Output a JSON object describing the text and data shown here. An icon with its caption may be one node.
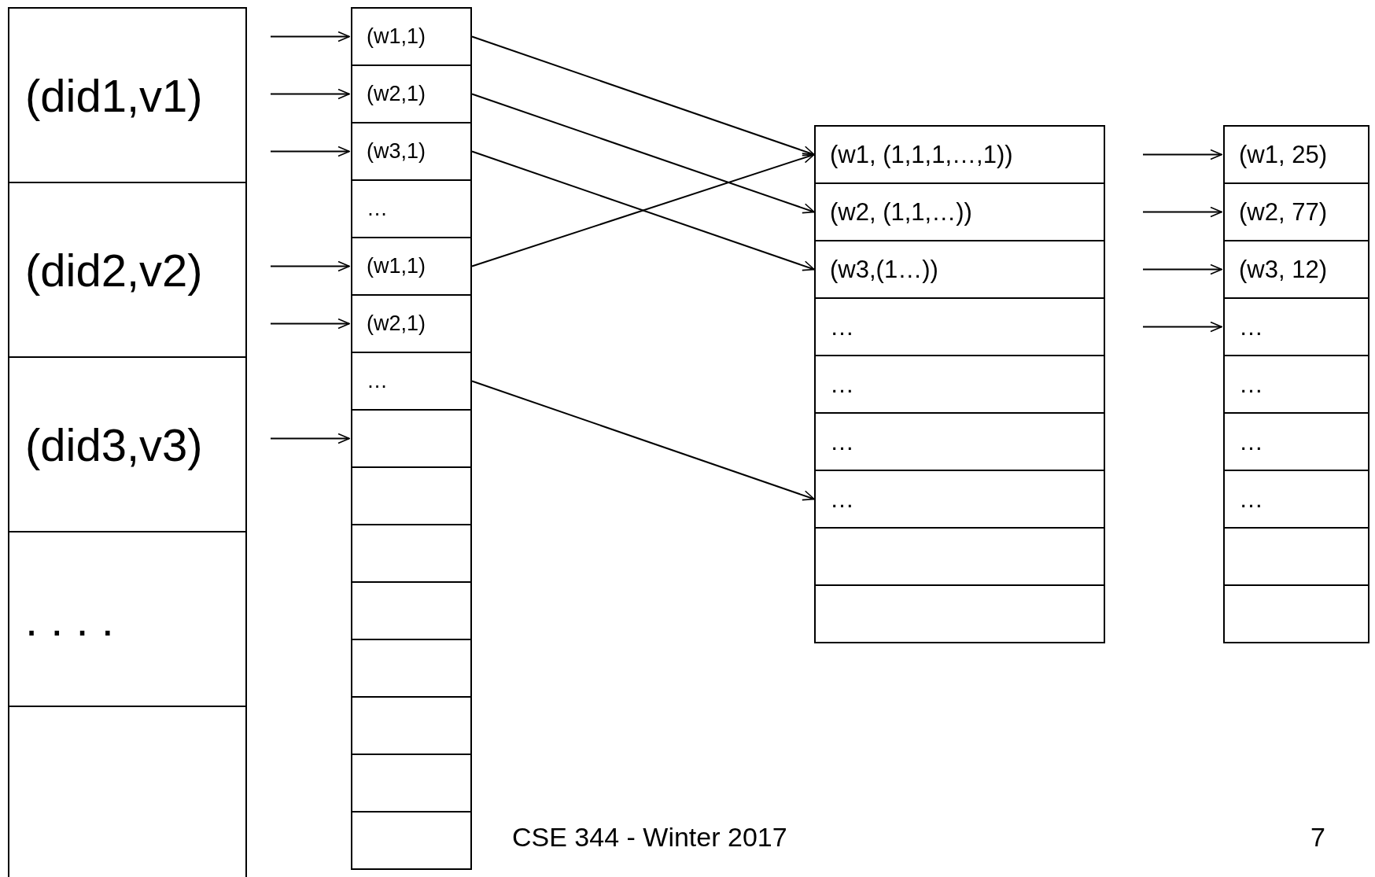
{
  "diagram": {
    "nodes": [
      {
        "text": [
          "(did1,v1)"
        ]
      },
      {
        "text": [
          "(did2,v2)"
        ]
      },
      {
        "text": [
          "(did3,v3)"
        ]
      },
      {
        "text": [
          ". . . ."
        ]
      },
      {
        "text": [],
        "shape": "box"
      },
      {
        "text": [
          "(w1,1)"
        ]
      },
      {
        "text": [
          "(w2,1)"
        ]
      },
      {
        "text": [
          "(w3,1)"
        ]
      },
      {
        "text": [
          "…"
        ]
      },
      {
        "text": [
          "(w1,1)"
        ]
      },
      {
        "text": [
          "(w2,1)"
        ]
      },
      {
        "text": [
          "…"
        ]
      },
      {
        "text": [],
        "shape": "box"
      },
      {
        "text": [],
        "shape": "box"
      },
      {
        "text": [],
        "shape": "box"
      },
      {
        "text": [],
        "shape": "box"
      },
      {
        "text": [],
        "shape": "box"
      },
      {
        "text": [],
        "shape": "box"
      },
      {
        "text": [],
        "shape": "box"
      },
      {
        "text": [],
        "shape": "box"
      },
      {
        "text": [
          "(w1, (1,1,1,…,1))"
        ]
      },
      {
        "text": [
          "(w2, (1,1,…))"
        ]
      },
      {
        "text": [
          "(w3,(1…))"
        ]
      },
      {
        "text": [
          "…"
        ]
      },
      {
        "text": [
          "…"
        ]
      },
      {
        "text": [
          "…"
        ]
      },
      {
        "text": [
          "…"
        ]
      },
      {
        "text": [],
        "shape": "box"
      },
      {
        "text": [],
        "shape": "box"
      },
      {
        "text": [
          "(w1, 25)"
        ]
      },
      {
        "text": [
          "(w2, 77)"
        ]
      },
      {
        "text": [
          "(w3, 12)"
        ]
      },
      {
        "text": [
          "…"
        ]
      },
      {
        "text": [
          "…"
        ]
      },
      {
        "text": [
          "…"
        ]
      },
      {
        "text": [
          "…"
        ]
      },
      {
        "text": [],
        "shape": "box"
      },
      {
        "text": [],
        "shape": "box"
      }
    ],
    "edges": [
      {
        "from": null,
        "to": 5,
        "arrow": "to"
      },
      {
        "from": null,
        "to": 6,
        "arrow": "to"
      },
      {
        "from": null,
        "to": 7,
        "arrow": "to"
      },
      {
        "from": null,
        "to": 9,
        "arrow": "to"
      },
      {
        "from": null,
        "to": 10,
        "arrow": "to"
      },
      {
        "from": null,
        "to": 12,
        "arrow": "to"
      },
      {
        "from": 5,
        "to": 20,
        "arrow": "to"
      },
      {
        "from": 6,
        "to": 21,
        "arrow": "to"
      },
      {
        "from": 7,
        "to": 22,
        "arrow": "to"
      },
      {
        "from": 9,
        "to": 20,
        "arrow": "to"
      },
      {
        "from": 11,
        "to": 26,
        "arrow": "to"
      },
      {
        "from": null,
        "to": 29,
        "arrow": "to"
      },
      {
        "from": null,
        "to": 30,
        "arrow": "to"
      },
      {
        "from": null,
        "to": 31,
        "arrow": "to"
      },
      {
        "from": null,
        "to": 32,
        "arrow": "to"
      }
    ],
    "labels": [
      "CSE 344 - Winter 2017",
      "7"
    ]
  }
}
